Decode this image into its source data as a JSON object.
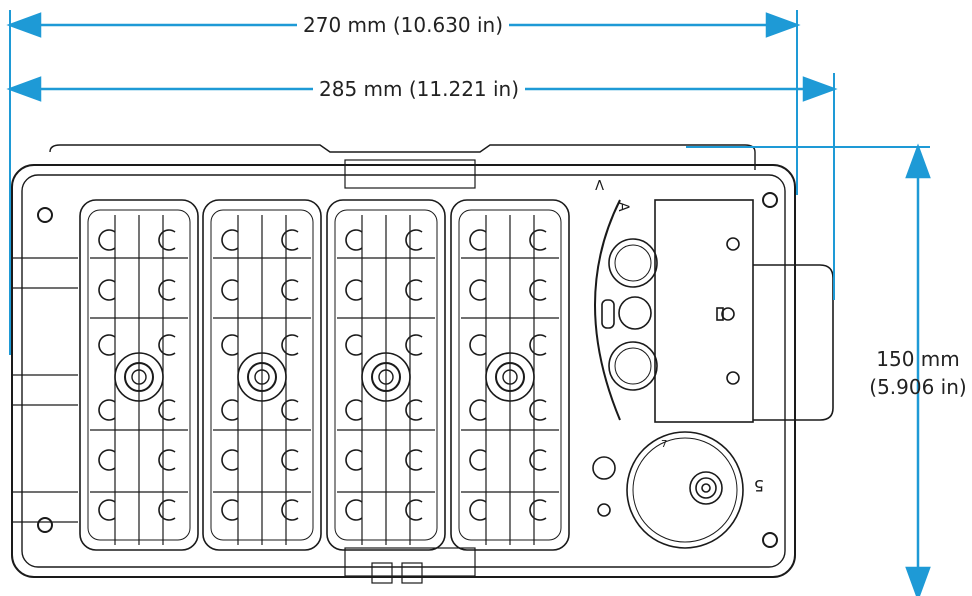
{
  "dimensions": {
    "width_inner": "270 mm (10.630 in)",
    "width_outer": "285 mm (11.221 in)",
    "height_mm": "150 mm",
    "height_in": "(5.906 in)"
  },
  "callouts": {
    "port_a": "A",
    "port_5": "5",
    "top_mark": "V",
    "gauge_mark": "7"
  },
  "colors": {
    "dimension": "#1e9ad6",
    "outline": "#1a1a1a",
    "background": "#ffffff"
  }
}
